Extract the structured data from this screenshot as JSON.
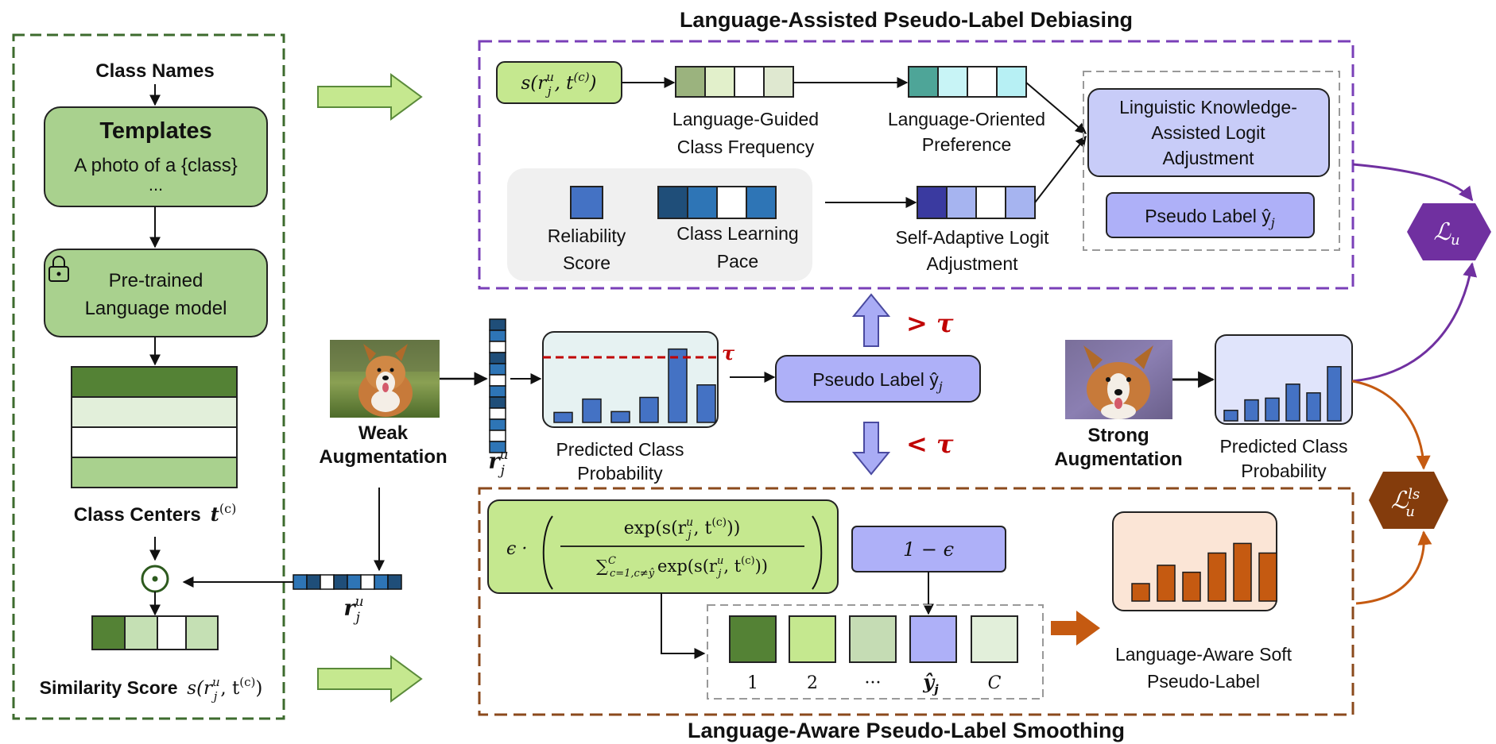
{
  "diagram": {
    "left_panel": {
      "class_names": "Class Names",
      "templates_title": "Templates",
      "template_example": "A photo of a {class}",
      "template_ellipsis": "...",
      "lm_line1": "Pre-trained",
      "lm_line2": "Language model",
      "class_centers": "Class Centers",
      "class_centers_sym": "t",
      "class_centers_sup": "(c)",
      "similarity_label": "Similarity Score",
      "similarity_formula": "s(r",
      "similarity_formula_tail": ", t",
      "similarity_sup": "(c)",
      "hadamard": "⊙"
    },
    "top_panel": {
      "title": "Language-Assisted Pseudo-Label Debiasing",
      "sim_box": "s(r",
      "sim_box_tail": ", t",
      "sim_box_sup": "(c)",
      "freq_line1": "Language-Guided",
      "freq_line2": "Class Frequency",
      "pref_line1": "Language-Oriented",
      "pref_line2": "Preference",
      "reliability_line1": "Reliability",
      "reliability_line2": "Score",
      "pace_line1": "Class Learning",
      "pace_line2": "Pace",
      "sala_line1": "Self-Adaptive Logit",
      "sala_line2": "Adjustment",
      "lkala_line1": "Linguistic Knowledge-",
      "lkala_line2": "Assisted Logit",
      "lkala_line3": "Adjustment",
      "pseudo_label": "Pseudo Label ŷ",
      "pseudo_label_sub": "j"
    },
    "middle": {
      "weak_line1": "Weak",
      "weak_line2": "Augmentation",
      "feature_sym": "r",
      "feature_sub": "j",
      "feature_sup": "u",
      "pred_line1": "Predicted Class",
      "pred_line2": "Probability",
      "tau": "τ",
      "pseudo_label": "Pseudo Label ŷ",
      "pseudo_label_sub": "j",
      "gt_tau": "> τ",
      "lt_tau": "< τ",
      "strong_line1": "Strong",
      "strong_line2": "Augmentation",
      "pred2_line1": "Predicted Class",
      "pred2_line2": "Probability",
      "loss_u": "ℒ",
      "loss_u_sub": "u",
      "loss_ls": "ℒ",
      "loss_ls_sub": "u",
      "loss_ls_sup": "ls"
    },
    "bottom_panel": {
      "title": "Language-Aware Pseudo-Label Smoothing",
      "eps_formula_num": "exp(s(r",
      "eps_formula_num_tail": ", t",
      "eps_formula_num_sup": "(c)",
      "eps_formula_num_end": "))",
      "eps_formula_den": "∑",
      "eps_formula_den_range": "c=1,c≠ŷ",
      "eps_formula_den_top": "C",
      "eps_formula_den_body": "exp(s(r",
      "eps_formula_den_tail": ", t",
      "eps_formula_den_sup": "(c)",
      "eps_formula_den_end": "))",
      "eps_prefix": "ϵ ·",
      "one_minus_eps": "1 − ϵ",
      "idx1": "1",
      "idx2": "2",
      "idx_dots": "···",
      "idx_yhat": "ŷ",
      "idx_yhat_sub": "j",
      "idx_c": "C",
      "soft_line1": "Language-Aware Soft",
      "soft_line2": "Pseudo-Label"
    },
    "colors": {
      "green_panel": "#3d6b2e",
      "purple_panel": "#7a3fb8",
      "brown_panel": "#8b4a1c",
      "green_box": "#a9d18e",
      "light_green_box": "#c5e0b4",
      "lavender_box": "#b4b4f5",
      "dark_blue": "#1f3d7a",
      "bar_blue": "#4472c4",
      "bar_orange": "#c55a11",
      "tau_red": "#c00000",
      "loss_purple": "#7030a0",
      "loss_brown": "#843c0c"
    }
  },
  "chart_data": [
    {
      "type": "bar",
      "title": "",
      "values": [
        0.12,
        0.28,
        0.13,
        0.3,
        0.88,
        0.45
      ],
      "threshold_marked": true
    },
    {
      "type": "bar",
      "title": "",
      "values": [
        0.12,
        0.24,
        0.26,
        0.42,
        0.32,
        0.62
      ]
    },
    {
      "type": "bar",
      "title": "",
      "values": [
        0.2,
        0.41,
        0.33,
        0.55,
        0.66,
        0.55
      ]
    }
  ]
}
